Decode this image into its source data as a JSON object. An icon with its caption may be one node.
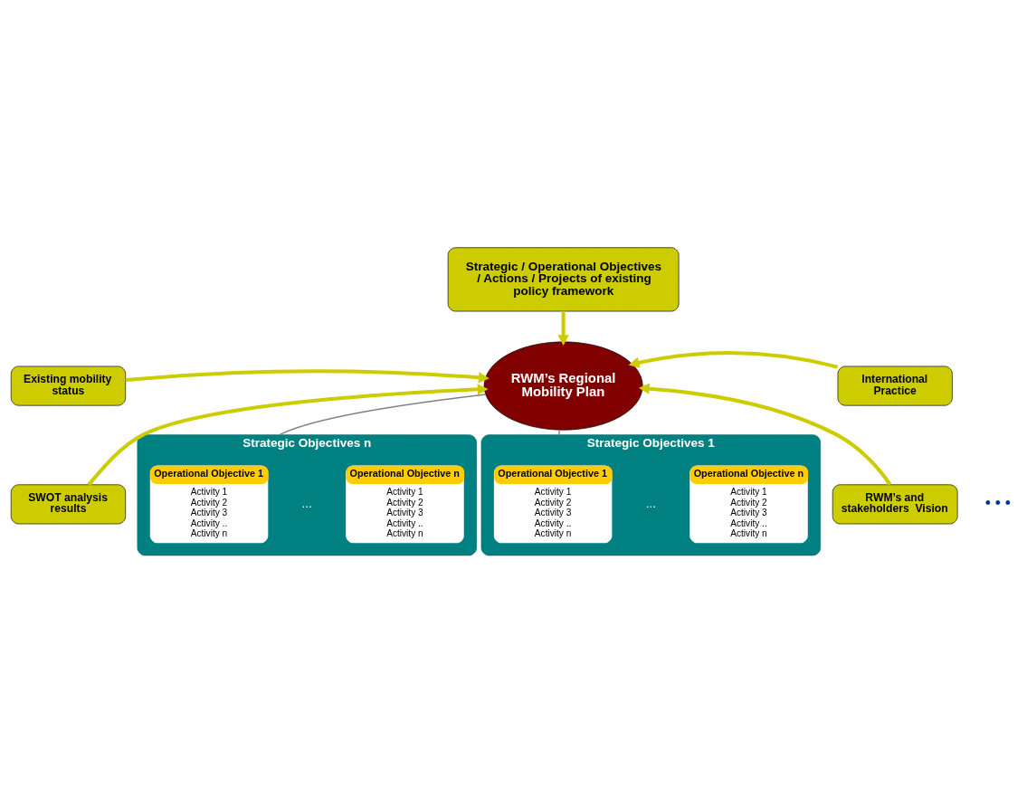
{
  "diagram": {
    "nodes": [
      {
        "text": [
          "Strategic / Operational Objectives / Actions / Projects of existing policy framework"
        ]
      },
      {
        "text": [
          "Existing mobility status"
        ]
      },
      {
        "text": [
          "International Practice"
        ]
      },
      {
        "text": [
          "SWOT analysis results"
        ]
      },
      {
        "text": [
          "RWM’s and stakeholders  Vision"
        ]
      },
      {
        "text": [
          "RWM’s Regional Mobility Plan"
        ]
      },
      {
        "text": [
          "Strategic Objectives 1"
        ]
      },
      {
        "text": [
          "Operational Objective 1",
          "Activity 1",
          "Activity 2",
          "Activity 3",
          "Activity ..",
          "Activity n"
        ],
        "in": 6
      },
      {
        "text": [
          "Operational Objective n",
          "Activity 1",
          "Activity 2",
          "Activity 3",
          "Activity ..",
          "Activity n"
        ],
        "in": 6
      },
      {
        "text": [
          "Strategic Objectives n"
        ]
      },
      {
        "text": [
          "Operational Objective 1",
          "Activity 1",
          "Activity 2",
          "Activity 3",
          "Activity ..",
          "Activity n"
        ],
        "in": 9
      },
      {
        "text": [
          "Operational Objective n",
          "Activity 1",
          "Activity 2",
          "Activity 3",
          "Activity ..",
          "Activity n"
        ],
        "in": 9
      }
    ],
    "edges": [
      {
        "from": 0,
        "to": 5,
        "arrow": "to"
      },
      {
        "from": 1,
        "to": 5,
        "arrow": "to"
      },
      {
        "from": 2,
        "to": 5,
        "arrow": "to"
      },
      {
        "from": 3,
        "to": 5,
        "arrow": "to"
      },
      {
        "from": 4,
        "to": 5,
        "arrow": "to"
      },
      {
        "from": 5,
        "to": 6,
        "arrow": "none",
        "color": "#808080"
      },
      {
        "from": 5,
        "to": 9,
        "arrow": "none",
        "color": "#808080"
      }
    ],
    "labels": [
      "...",
      "• • •",
      "..."
    ]
  }
}
